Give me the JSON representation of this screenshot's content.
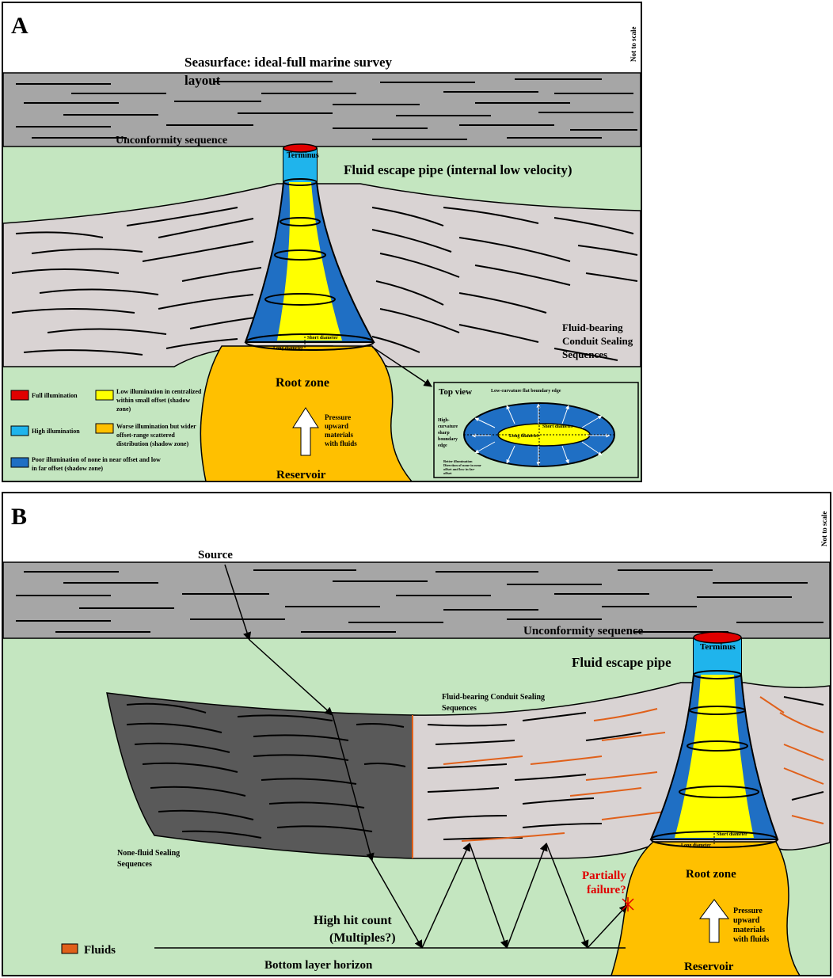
{
  "panelA": {
    "letter": "A",
    "not_to_scale": "Not to scale",
    "sea_title_1": "Seasurface: ideal-full marine survey",
    "sea_title_2": "layout",
    "unconformity": "Unconformity sequence",
    "terminus": "Terminus",
    "pipe_label": "Fluid escape pipe (internal low velocity)",
    "short_diameter": "Short diameter",
    "long_diameter": "Long diameter",
    "sealing_1": "Fluid-bearing",
    "sealing_2": "Conduit Sealing",
    "sealing_3": "Sequences",
    "root_zone": "Root zone",
    "pressure_1": "Pressure",
    "pressure_2": "upward",
    "pressure_3": "materials",
    "pressure_4": "with fluids",
    "reservoir": "Reservoir",
    "legend": {
      "full": "Full illumination",
      "high": "High illumination",
      "poor_1": "Poor illumination of none in near offset and low",
      "poor_2": "in far offset (shadow zone)",
      "low_1": "Low illumination in centralized",
      "low_2": "within small offset (shadow",
      "low_3": "zone)",
      "worse_1": "Worse illumination but  wider",
      "worse_2": "offset-range scattered",
      "worse_3": "distribution (shadow zone)",
      "colors": {
        "full": "#e00000",
        "high": "#1fb4ec",
        "poor": "#1f6fc4",
        "low": "#ffff00",
        "worse": "#ffc000"
      }
    },
    "topview": {
      "title": "Top view",
      "edge_top": "Low-curvature flat boundary edge",
      "edge_left_1": "High-",
      "edge_left_2": "curvature",
      "edge_left_3": "sharp",
      "edge_left_4": "boundary",
      "edge_left_5": "edge",
      "short_d": "Short diameter",
      "long_d": "Long diameter",
      "note_1": "Better illumination",
      "note_2": "Direction of none in near",
      "note_3": "offset and low in far-",
      "note_4": "offset"
    }
  },
  "panelB": {
    "letter": "B",
    "not_to_scale": "Not to scale",
    "source": "Source",
    "unconformity": "Unconformity sequence",
    "terminus": "Terminus",
    "pipe_label": "Fluid escape pipe",
    "sealing_1": "Fluid-bearing Conduit Sealing",
    "sealing_2": "Sequences",
    "nonfluid_1": "None-fluid Sealing",
    "nonfluid_2": "Sequences",
    "short_diameter": "Short diameter",
    "long_diameter": "Long diameter",
    "root_zone": "Root zone",
    "partial_1": "Partially",
    "partial_2": "failure?",
    "pressure_1": "Pressure",
    "pressure_2": "upward",
    "pressure_3": "materials",
    "pressure_4": "with fluids",
    "reservoir": "Reservoir",
    "hit_1": "High hit count",
    "hit_2": "(Multiples?)",
    "fluids": "Fluids",
    "bottom": "Bottom layer horizon",
    "fluid_color": "#e0601a"
  }
}
